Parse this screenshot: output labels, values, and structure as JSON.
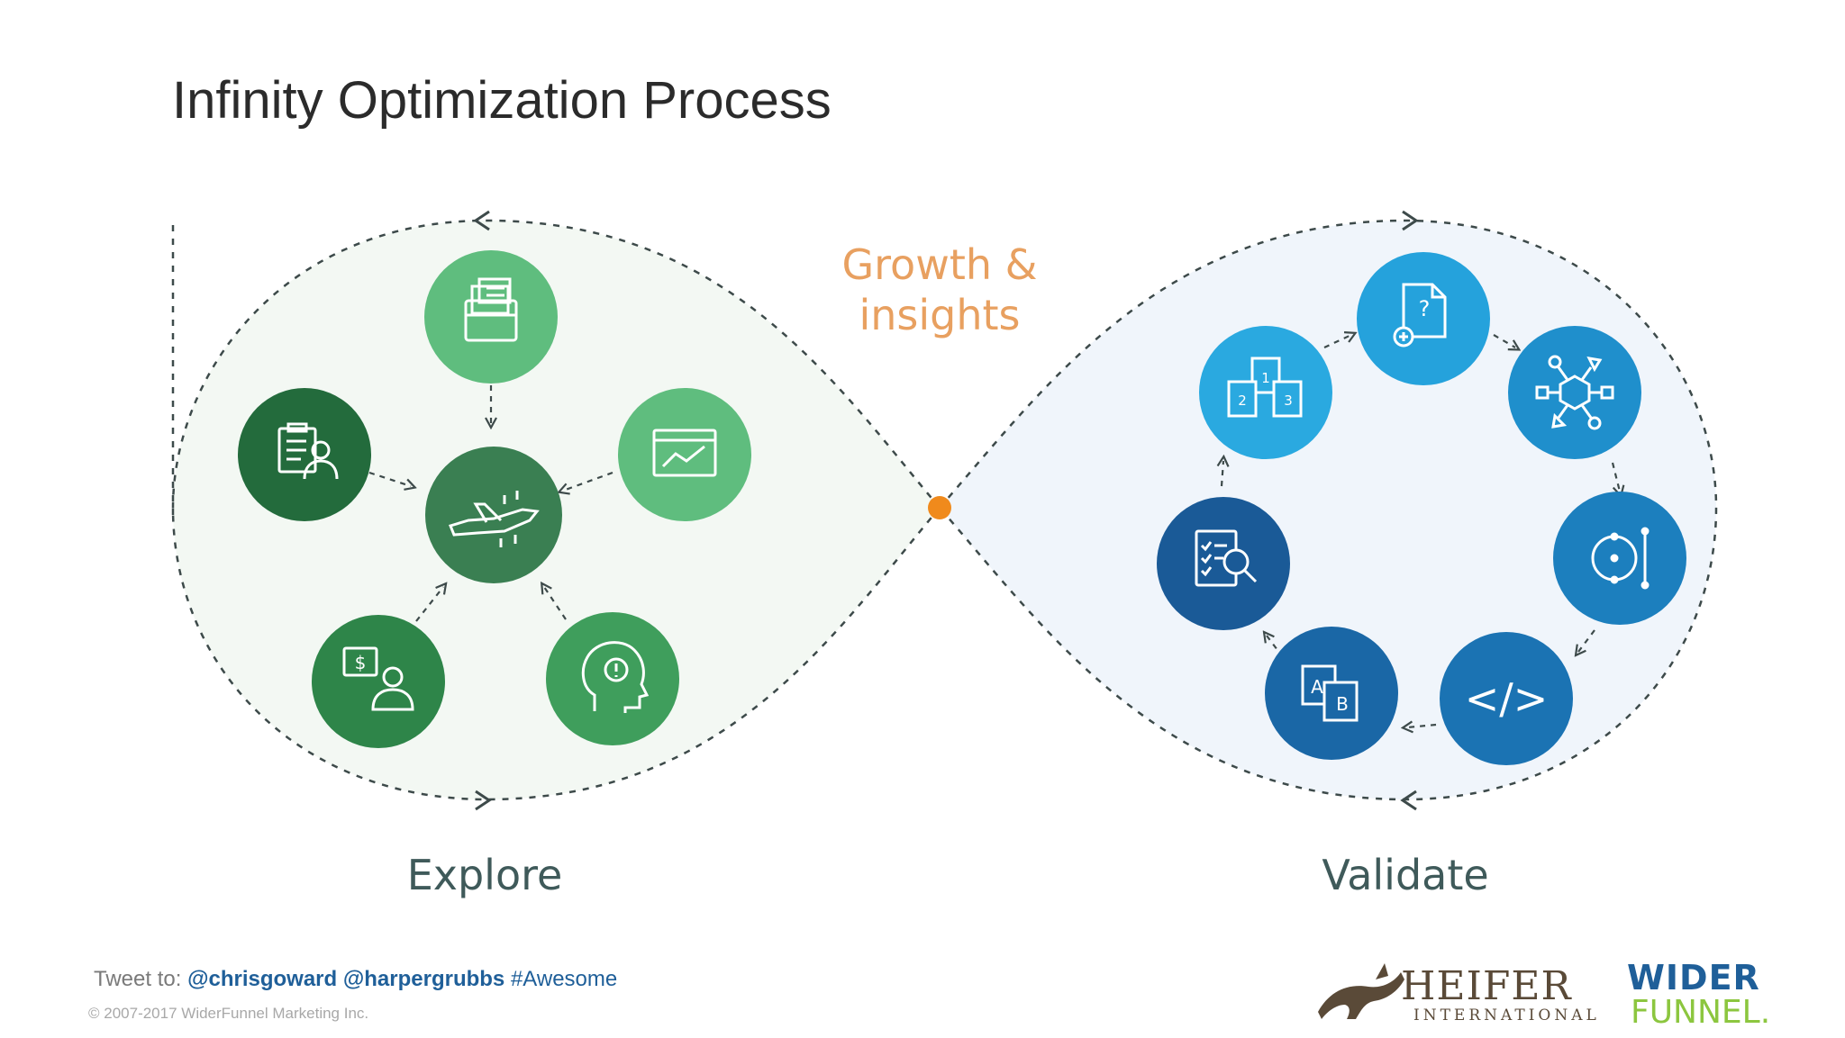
{
  "slide": {
    "title": "Infinity Optimization Process"
  },
  "diagram": {
    "center_label_line1": "Growth &",
    "center_label_line2": "insights",
    "left_label": "Explore",
    "right_label": "Validate",
    "explore_nodes": [
      {
        "icon": "documents-folder-icon",
        "color": "#5fbd7e"
      },
      {
        "icon": "window-chart-icon",
        "color": "#5fbd7e"
      },
      {
        "icon": "head-exclamation-icon",
        "color": "#3f9e5c"
      },
      {
        "icon": "customer-money-icon",
        "color": "#2e8549"
      },
      {
        "icon": "clipboard-person-icon",
        "color": "#236b3c"
      }
    ],
    "explore_center": {
      "icon": "airplane-icon",
      "color": "#3a7f52"
    },
    "validate_nodes": [
      {
        "icon": "document-question-icon",
        "color": "#25a2dc",
        "label": "?"
      },
      {
        "icon": "network-nodes-icon",
        "color": "#1f8fcc"
      },
      {
        "icon": "vector-circle-icon",
        "color": "#1c7fbe"
      },
      {
        "icon": "code-icon",
        "color": "#1b73b3",
        "label": "</>"
      },
      {
        "icon": "ab-test-icon",
        "color": "#1a67a6",
        "label_a": "A",
        "label_b": "B"
      },
      {
        "icon": "checklist-search-icon",
        "color": "#1a5a97"
      },
      {
        "icon": "numbered-pages-icon",
        "color": "#2aa9e0",
        "label_1": "1",
        "label_2": "2",
        "label_3": "3"
      }
    ],
    "colors": {
      "explore_fill": "#f3f8f3",
      "validate_fill": "#f0f5fb",
      "dashed_line": "#3d4a4a",
      "center_dot": "#f08a1c",
      "center_label": "#e8a060",
      "section_label": "#3f5a5a"
    }
  },
  "footer": {
    "tweet_prefix": "Tweet to:",
    "handle1": "@chrisgoward",
    "handle2": "@harpergrubbs",
    "hashtag": "#Awesome",
    "copyright": "© 2007-2017 WiderFunnel Marketing Inc."
  },
  "logos": {
    "heifer_name": "HEIFER",
    "heifer_sub": "INTERNATIONAL",
    "wider_top": "WIDER",
    "wider_bottom": "FUNNEL."
  }
}
